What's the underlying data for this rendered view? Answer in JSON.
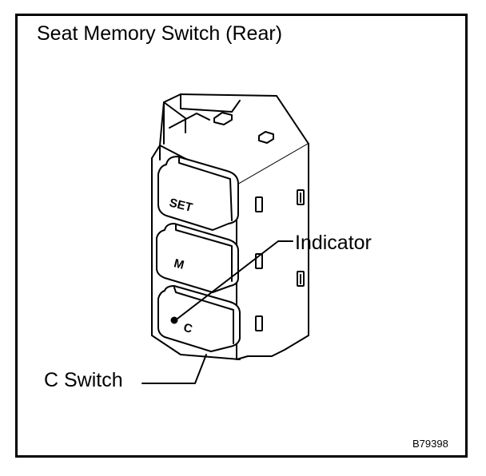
{
  "title": "Seat Memory Switch (Rear)",
  "labels": {
    "indicator": "Indicator",
    "c_switch": "C Switch"
  },
  "buttons": {
    "set": "SET",
    "m": "M",
    "c": "C"
  },
  "figure_code": "B79398"
}
